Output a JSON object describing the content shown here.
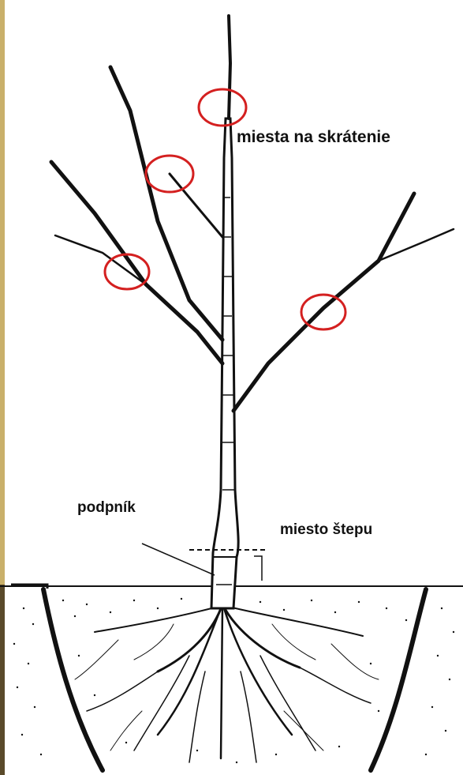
{
  "labels": {
    "pruning_points": "miesta na skrátenie",
    "rootstock": "podpník",
    "graft_point": "miesto štepu"
  },
  "colors": {
    "ink": "#111111",
    "highlight_circle": "#d42020",
    "left_photo_strip": "#c9b06a"
  }
}
